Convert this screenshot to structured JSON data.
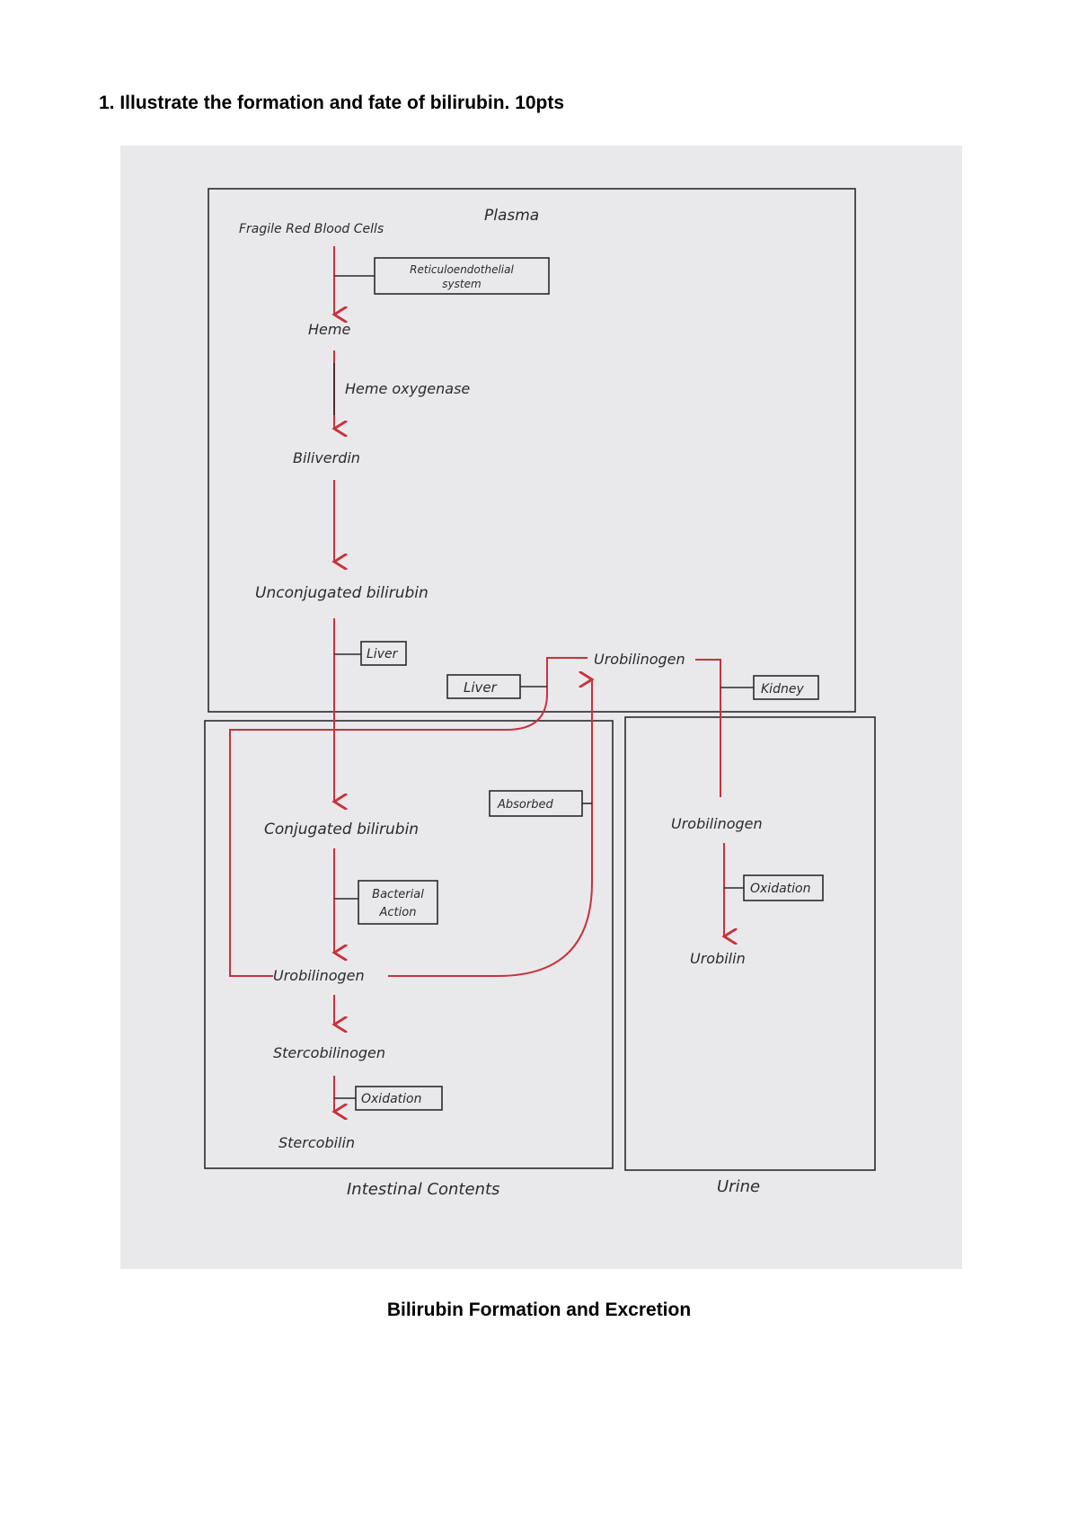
{
  "question": "1. Illustrate the formation and fate of bilirubin. 10pts",
  "caption": "Bilirubin Formation and Excretion",
  "diagram": {
    "regions": {
      "plasma": "Plasma",
      "intestinal": "Intestinal  Contents",
      "urine": "Urine"
    },
    "nodes": {
      "rbc": "Fragile  Red  Blood  Cells",
      "heme": "Heme",
      "biliverdin": "Biliverdin",
      "unconjugated": "Unconjugated  bilirubin",
      "conjugated": "Conjugated  bilirubin",
      "urobilinogen_int": "Urobilinogen",
      "stercobilinogen": "Stercobilinogen",
      "stercobilin": "Stercobilin",
      "urobilinogen_plasma": "Urobilinogen",
      "urobilinogen_urine": "Urobilinogen",
      "urobilin": "Urobilin"
    },
    "labels": {
      "res_line1": "Reticuloendothelial",
      "res_line2": "system",
      "heme_oxygenase": "Heme  oxygenase",
      "liver1": "Liver",
      "liver2": "Liver",
      "kidney": "Kidney",
      "absorbed": "Absorbed",
      "bacterial_line1": "Bacterial",
      "bacterial_line2": "Action",
      "oxidation1": "Oxidation",
      "oxidation2": "Oxidation"
    },
    "colors": {
      "arrow": "#c8323c",
      "ink": "#2b2b2b",
      "paper": "#e9e9eb"
    }
  }
}
